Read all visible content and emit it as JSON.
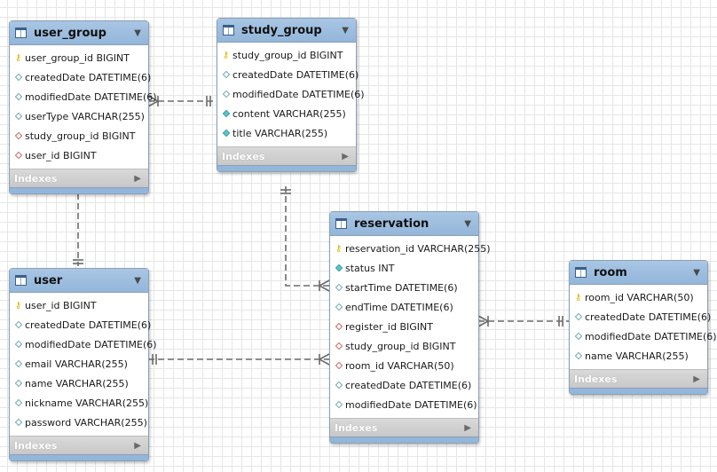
{
  "tables": [
    {
      "name": "user_group",
      "columns": [
        {
          "text": "user_group_id BIGINT",
          "icon": "primary-key-icon"
        },
        {
          "text": "createdDate DATETIME(6)",
          "icon": "column-icon"
        },
        {
          "text": "modifiedDate DATETIME(6)",
          "icon": "column-icon"
        },
        {
          "text": "userType VARCHAR(255)",
          "icon": "column-icon"
        },
        {
          "text": "study_group_id BIGINT",
          "icon": "foreign-key-icon"
        },
        {
          "text": "user_id BIGINT",
          "icon": "foreign-key-icon"
        }
      ],
      "indexes_label": "Indexes"
    },
    {
      "name": "study_group",
      "columns": [
        {
          "text": "study_group_id BIGINT",
          "icon": "primary-key-icon"
        },
        {
          "text": "createdDate DATETIME(6)",
          "icon": "column-icon"
        },
        {
          "text": "modifiedDate DATETIME(6)",
          "icon": "column-icon"
        },
        {
          "text": "content VARCHAR(255)",
          "icon": "not-null-column-icon"
        },
        {
          "text": "title VARCHAR(255)",
          "icon": "not-null-column-icon"
        }
      ],
      "indexes_label": "Indexes"
    },
    {
      "name": "user",
      "columns": [
        {
          "text": "user_id BIGINT",
          "icon": "primary-key-icon"
        },
        {
          "text": "createdDate DATETIME(6)",
          "icon": "column-icon"
        },
        {
          "text": "modifiedDate DATETIME(6)",
          "icon": "column-icon"
        },
        {
          "text": "email VARCHAR(255)",
          "icon": "column-icon"
        },
        {
          "text": "name VARCHAR(255)",
          "icon": "column-icon"
        },
        {
          "text": "nickname VARCHAR(255)",
          "icon": "column-icon"
        },
        {
          "text": "password VARCHAR(255)",
          "icon": "column-icon"
        }
      ],
      "indexes_label": "Indexes"
    },
    {
      "name": "reservation",
      "columns": [
        {
          "text": "reservation_id VARCHAR(255)",
          "icon": "primary-key-icon"
        },
        {
          "text": "status INT",
          "icon": "not-null-column-icon"
        },
        {
          "text": "startTime DATETIME(6)",
          "icon": "column-icon"
        },
        {
          "text": "endTime DATETIME(6)",
          "icon": "column-icon"
        },
        {
          "text": "register_id BIGINT",
          "icon": "foreign-key-icon"
        },
        {
          "text": "study_group_id BIGINT",
          "icon": "foreign-key-icon"
        },
        {
          "text": "room_id VARCHAR(50)",
          "icon": "foreign-key-icon"
        },
        {
          "text": "createdDate DATETIME(6)",
          "icon": "column-icon"
        },
        {
          "text": "modifiedDate DATETIME(6)",
          "icon": "column-icon"
        }
      ],
      "indexes_label": "Indexes"
    },
    {
      "name": "room",
      "columns": [
        {
          "text": "room_id VARCHAR(50)",
          "icon": "primary-key-icon"
        },
        {
          "text": "createdDate DATETIME(6)",
          "icon": "column-icon"
        },
        {
          "text": "modifiedDate DATETIME(6)",
          "icon": "column-icon"
        },
        {
          "text": "name VARCHAR(255)",
          "icon": "column-icon"
        }
      ],
      "indexes_label": "Indexes"
    }
  ],
  "relationships": [
    {
      "from": "user_group",
      "to": "study_group",
      "from_end": "many",
      "to_end": "one"
    },
    {
      "from": "user_group",
      "to": "user",
      "from_end": "many",
      "to_end": "one"
    },
    {
      "from": "study_group",
      "to": "reservation",
      "from_end": "one",
      "to_end": "many"
    },
    {
      "from": "user",
      "to": "reservation",
      "from_end": "one",
      "to_end": "many"
    },
    {
      "from": "reservation",
      "to": "room",
      "from_end": "many",
      "to_end": "one"
    }
  ],
  "colors": {
    "header": "#93b6da",
    "connector": "#6b6b6b",
    "indexes_bar": "#c8c8c8",
    "key": "#d8b400"
  }
}
